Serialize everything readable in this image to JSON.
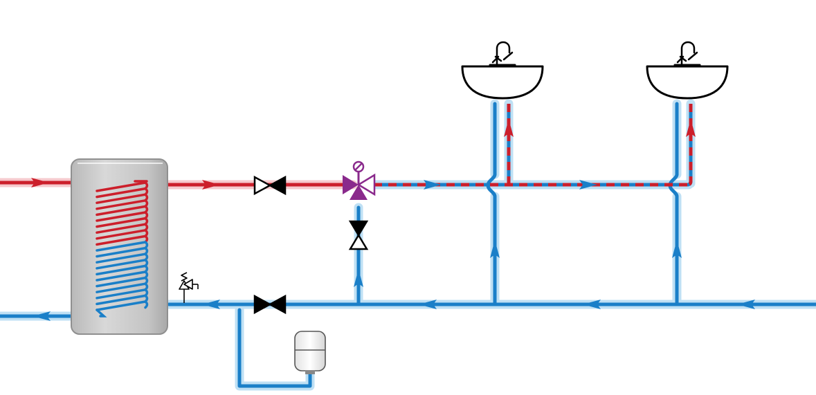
{
  "diagram": {
    "kind": "hot-water-mixing-circuit-schematic",
    "colors": {
      "hot": "#cc1f2b",
      "cold": "#1a7fc8",
      "halo_hot": "#f6c9cd",
      "halo_cold": "#bfe0f4",
      "mixing_valve": "#8a2a8c",
      "tank_fill": "#c9c9c9",
      "tank_outline": "#8f8f8f",
      "valve": "#000000",
      "fixture_outline": "#000000"
    },
    "components": [
      {
        "name": "storage-tank",
        "type": "indirect-cylinder-with-coil"
      },
      {
        "name": "shutoff-valve-hot",
        "type": "gate-valve"
      },
      {
        "name": "thermostatic-mixing-valve",
        "type": "three-way-mixing-valve"
      },
      {
        "name": "check-valve-bypass",
        "type": "check-valve"
      },
      {
        "name": "shutoff-valve-cold",
        "type": "gate-valve"
      },
      {
        "name": "safety-relief-valve",
        "type": "pressure-relief-valve"
      },
      {
        "name": "expansion-vessel",
        "type": "membrane-expansion-tank"
      },
      {
        "name": "washbasin-1",
        "type": "sink-with-faucet"
      },
      {
        "name": "washbasin-2",
        "type": "sink-with-faucet"
      }
    ],
    "icons": [
      "faucet-icon",
      "sink-icon",
      "flow-arrow-icon",
      "valve-icon"
    ]
  }
}
